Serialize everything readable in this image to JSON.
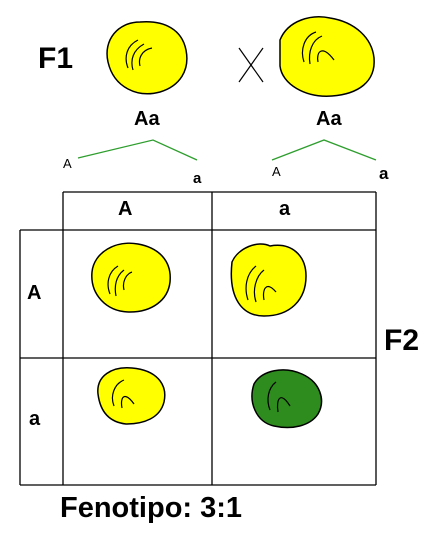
{
  "generation_labels": {
    "f1": "F1",
    "f2": "F2"
  },
  "cross_symbol": "X",
  "parents": [
    {
      "genotype": "Aa",
      "seed_color": "#ffff00",
      "gamete_left": "A",
      "gamete_right": "a"
    },
    {
      "genotype": "Aa",
      "seed_color": "#ffff00",
      "gamete_left": "A",
      "gamete_right": "a"
    }
  ],
  "punnett": {
    "column_headers": [
      "A",
      "a"
    ],
    "row_headers": [
      "A",
      "a"
    ],
    "cells": [
      [
        {
          "seed_color": "#ffff00"
        },
        {
          "seed_color": "#ffff00"
        }
      ],
      [
        {
          "seed_color": "#ffff00"
        },
        {
          "seed_color": "#2e8b1e"
        }
      ]
    ]
  },
  "caption": "Fenotipo: 3:1",
  "colors": {
    "line": "#2e9e2e",
    "outline": "#000000",
    "yellow": "#ffff00",
    "green": "#2e8b1e"
  }
}
